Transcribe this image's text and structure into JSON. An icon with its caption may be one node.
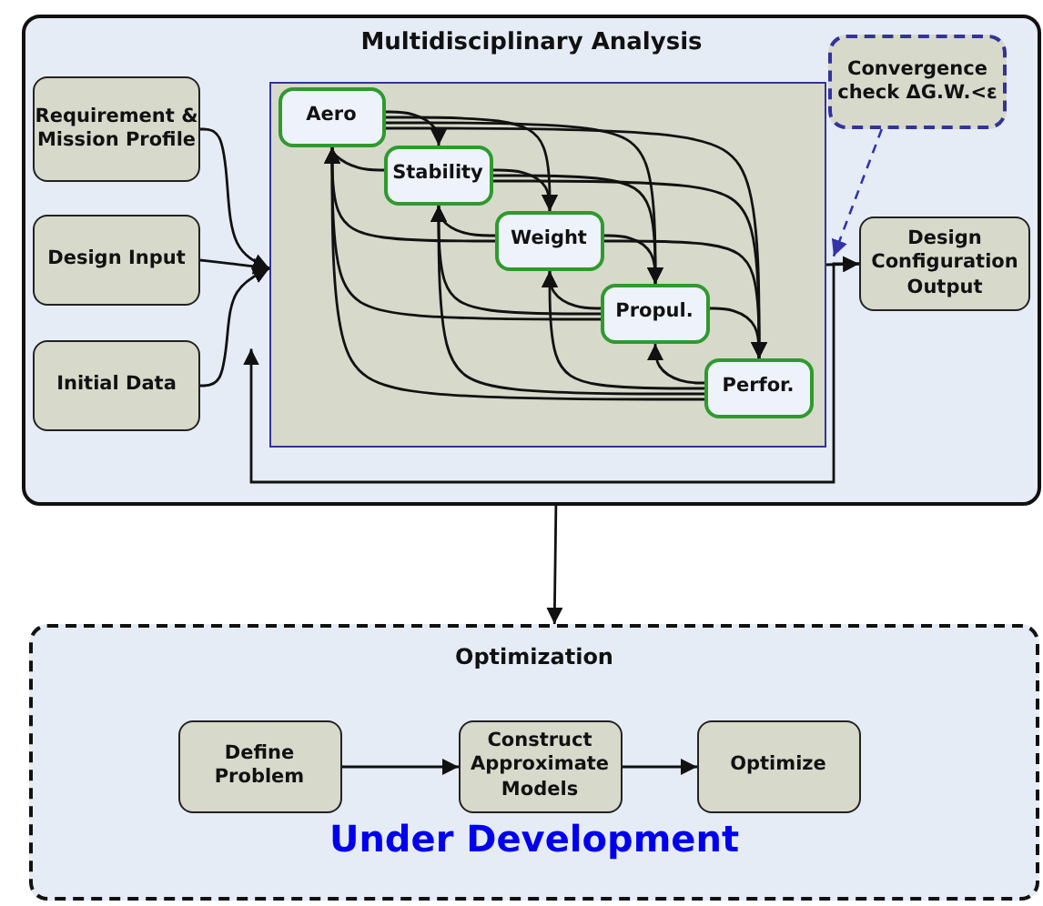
{
  "diagram": {
    "nodes": [
      {
        "text": [
          "Multidisciplinary Analysis"
        ]
      },
      {
        "text": [
          "Requirement & Mission Profile"
        ],
        "in": 0
      },
      {
        "text": [
          "Design Input"
        ],
        "in": 0
      },
      {
        "text": [
          "Initial Data"
        ],
        "in": 0
      },
      {
        "text": [],
        "shape": "box",
        "in": 0
      },
      {
        "text": [
          "Aero"
        ],
        "in": 4
      },
      {
        "text": [
          "Stability"
        ],
        "in": 4
      },
      {
        "text": [
          "Weight"
        ],
        "in": 4
      },
      {
        "text": [
          "Propul."
        ],
        "in": 4
      },
      {
        "text": [
          "Perfor."
        ],
        "in": 4
      },
      {
        "text": [
          "Convergence check ΔG.W.<ε"
        ],
        "in": 0
      },
      {
        "text": [
          "Design Configuration Output"
        ],
        "in": 0
      },
      {
        "text": [
          "Optimization",
          "Under Development"
        ]
      },
      {
        "text": [
          "Define Problem"
        ],
        "in": 12
      },
      {
        "text": [
          "Construct Approximate Models"
        ],
        "in": 12
      },
      {
        "text": [
          "Optimize"
        ],
        "in": 12
      }
    ],
    "edges": [
      {
        "from": 1,
        "to": 4,
        "arrow": "to"
      },
      {
        "from": 2,
        "to": 4,
        "arrow": "to"
      },
      {
        "from": 3,
        "to": 4,
        "arrow": "to"
      },
      {
        "from": 4,
        "to": 11,
        "arrow": "to"
      },
      {
        "from": 11,
        "to": 4,
        "arrow": "to"
      },
      {
        "from": 10,
        "to": 11,
        "arrow": "to",
        "style": "dashed",
        "color": "#3333aa"
      },
      {
        "from": 0,
        "to": 12,
        "arrow": "to"
      },
      {
        "from": 13,
        "to": 14,
        "arrow": "to"
      },
      {
        "from": 14,
        "to": 15,
        "arrow": "to"
      },
      {
        "from": 5,
        "to": 6,
        "arrow": "to"
      },
      {
        "from": 5,
        "to": 7,
        "arrow": "to"
      },
      {
        "from": 5,
        "to": 8,
        "arrow": "to"
      },
      {
        "from": 5,
        "to": 9,
        "arrow": "to"
      },
      {
        "from": 6,
        "to": 7,
        "arrow": "to"
      },
      {
        "from": 6,
        "to": 8,
        "arrow": "to"
      },
      {
        "from": 6,
        "to": 9,
        "arrow": "to"
      },
      {
        "from": 7,
        "to": 8,
        "arrow": "to"
      },
      {
        "from": 7,
        "to": 9,
        "arrow": "to"
      },
      {
        "from": 8,
        "to": 9,
        "arrow": "to"
      },
      {
        "from": 6,
        "to": 5,
        "arrow": "to"
      },
      {
        "from": 7,
        "to": 5,
        "arrow": "to"
      },
      {
        "from": 8,
        "to": 5,
        "arrow": "to"
      },
      {
        "from": 9,
        "to": 5,
        "arrow": "to"
      },
      {
        "from": 7,
        "to": 6,
        "arrow": "to"
      },
      {
        "from": 8,
        "to": 6,
        "arrow": "to"
      },
      {
        "from": 9,
        "to": 6,
        "arrow": "to"
      },
      {
        "from": 8,
        "to": 7,
        "arrow": "to"
      },
      {
        "from": 9,
        "to": 7,
        "arrow": "to"
      },
      {
        "from": 9,
        "to": 8,
        "arrow": "to"
      }
    ]
  }
}
